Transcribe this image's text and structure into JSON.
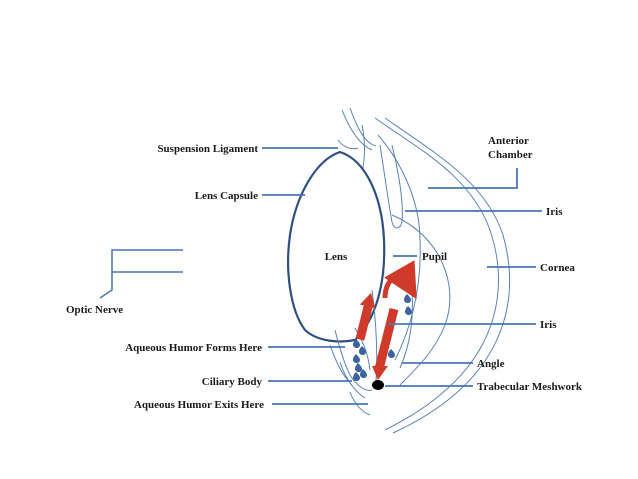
{
  "diagram": {
    "labels": {
      "suspension_ligament": "Suspension Ligament",
      "lens_capsule": "Lens Capsule",
      "lens": "Lens",
      "pupil": "Pupil",
      "anterior_chamber_line1": "Anterior",
      "anterior_chamber_line2": "Chamber",
      "iris_upper": "Iris",
      "cornea": "Cornea",
      "iris_lower": "Iris",
      "optic_nerve": "Optic Nerve",
      "aqueous_humor_forms_here": "Aqueous Humor Forms Here",
      "angle": "Angle",
      "ciliary_body": "Ciliary Body",
      "trabecular_meshwork": "Trabecular Meshwork",
      "aqueous_humor_exits_here": "Aqueous Humor Exits Here"
    },
    "colors": {
      "outline": "#2f4f7f",
      "thin_line": "#5b82b8",
      "leader_line": "#4a74b5",
      "arrow": "#d03a2a",
      "droplet": "#3c64a0",
      "meshwork": "#000000"
    }
  }
}
